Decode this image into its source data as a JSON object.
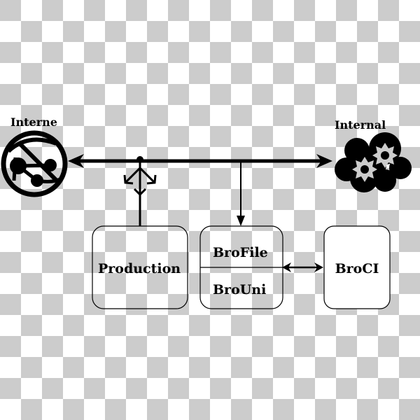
{
  "diagram": {
    "nodes": {
      "internet": {
        "label": "Interne",
        "icon": "globe-network-icon"
      },
      "internal": {
        "label": "Internal",
        "icon": "cloud-gears-icon"
      },
      "production": {
        "label": "Production"
      },
      "brofile": {
        "label": "BroFile"
      },
      "brouni": {
        "label": "BroUni"
      },
      "broci": {
        "label": "BroCI"
      }
    },
    "edges": [
      {
        "from": "internal",
        "to": "internet",
        "type": "bidirectional"
      },
      {
        "from": "bus",
        "to": "production",
        "type": "branch"
      },
      {
        "from": "bus",
        "to": "brofile",
        "type": "directed"
      },
      {
        "from": "brofile",
        "to": "broci",
        "type": "bidirectional"
      }
    ],
    "colors": {
      "stroke": "#000000",
      "box_fill": "#ffffff",
      "checker_light": "#ffffff",
      "checker_dark": "#cccccc",
      "gear": "#cccccc"
    }
  }
}
